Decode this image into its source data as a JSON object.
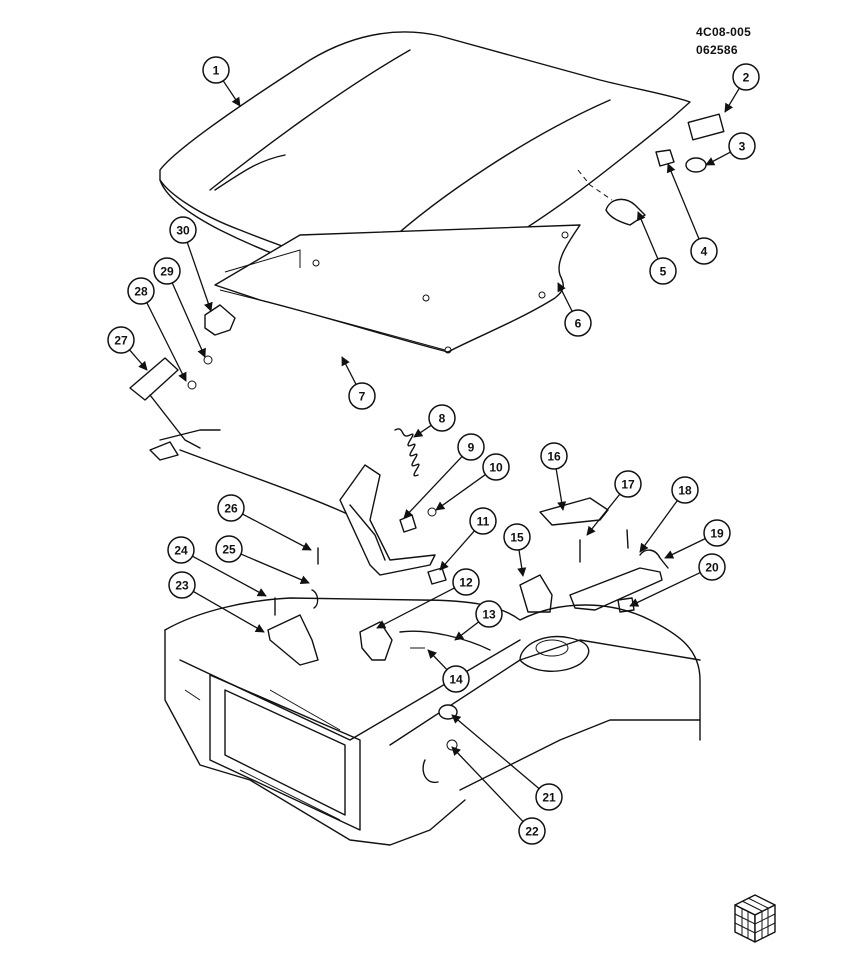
{
  "header": {
    "illustration_code": "4C08-005",
    "date_code": "062586"
  },
  "callouts": [
    "1",
    "2",
    "3",
    "4",
    "5",
    "6",
    "7",
    "8",
    "9",
    "10",
    "11",
    "12",
    "13",
    "14",
    "15",
    "16",
    "17",
    "18",
    "19",
    "20",
    "21",
    "22",
    "23",
    "24",
    "25",
    "26",
    "27",
    "28",
    "29",
    "30"
  ]
}
